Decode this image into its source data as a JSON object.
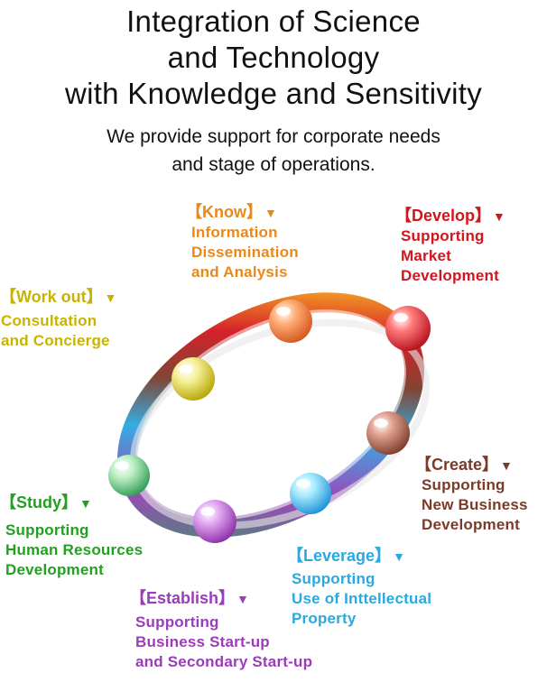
{
  "title": {
    "line1": "Integration of Science",
    "line2": "and Technology",
    "line3": "with Knowledge and Sensitivity"
  },
  "subtitle": {
    "line1": "We provide support for corporate needs",
    "line2": "and stage of operations."
  },
  "stages": {
    "know": {
      "head": "【Know】",
      "marker": "▼",
      "lines": [
        "Information",
        "Dissemination",
        "and Analysis"
      ],
      "color": "#e8891a"
    },
    "develop": {
      "head": "【Develop】",
      "marker": "▼",
      "lines": [
        "Supporting",
        "Market",
        "Development"
      ],
      "color": "#d2161e"
    },
    "workout": {
      "head": "【Work out】",
      "marker": "▼",
      "lines": [
        "Consultation",
        "and Concierge"
      ],
      "color": "#c8b400"
    },
    "create": {
      "head": "【Create】",
      "marker": "▼",
      "lines": [
        "Supporting",
        "New Business",
        "Development"
      ],
      "color": "#7b3b2a"
    },
    "study": {
      "head": "【Study】",
      "marker": "▼",
      "lines": [
        "Supporting",
        "Human Resources",
        "Development"
      ],
      "color": "#22a022"
    },
    "leverage": {
      "head": "【Leverage】",
      "marker": "▼",
      "lines": [
        "Supporting",
        "Use of Inttellectual",
        "Property"
      ],
      "color": "#2aa9e0"
    },
    "establish": {
      "head": "【Establish】",
      "marker": "▼",
      "lines": [
        "Supporting",
        "Business Start-up",
        "and Secondary Start-up"
      ],
      "color": "#9b3cb8"
    }
  }
}
